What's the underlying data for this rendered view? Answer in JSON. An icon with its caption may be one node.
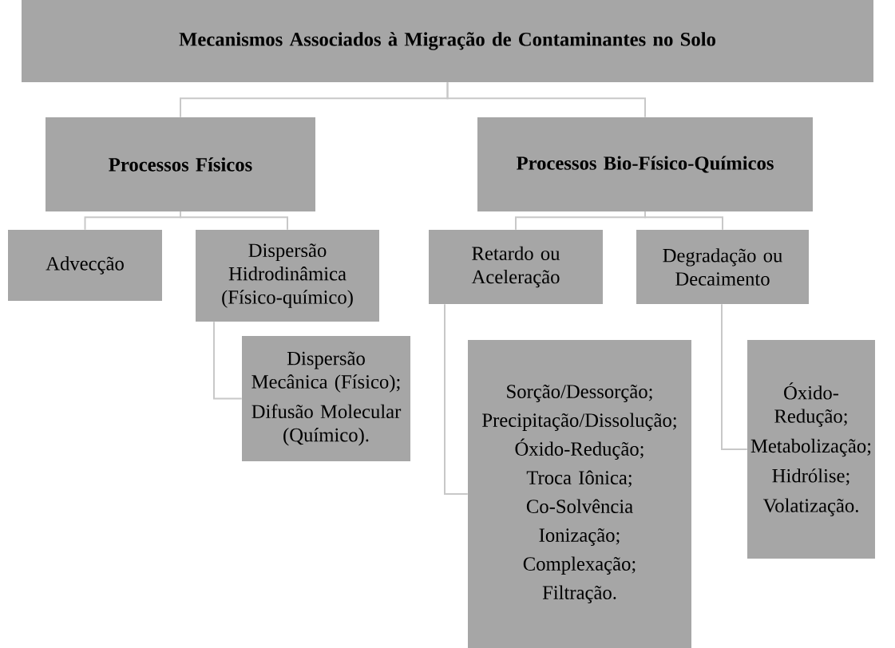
{
  "diagram": {
    "title": "Mecanismos Associados à Migração de Contaminantes no Solo",
    "nodes": [
      {
        "text": [
          "Processos Físicos"
        ]
      },
      {
        "text": [
          "Processos Bio-Físico-Químicos"
        ]
      },
      {
        "text": [
          "Advecção"
        ]
      },
      {
        "text": [
          "Dispersão Hidrodinâmica (Físico-químico)"
        ]
      },
      {
        "text": [
          "Retardo ou Aceleração"
        ]
      },
      {
        "text": [
          "Degradação ou Decaimento"
        ]
      },
      {
        "text": [
          "Dispersão Mecânica (Físico);",
          "Difusão Molecular (Químico)."
        ]
      },
      {
        "text": [
          "Sorção/Dessorção;",
          "Precipitação/Dissolução;",
          "Óxido-Redução;",
          "Troca Iônica;",
          "Co-Solvência",
          "Ionização;",
          "Complexação;",
          "Filtração."
        ]
      },
      {
        "text": [
          "Óxido-Redução;",
          "Metabolização;",
          "Hidrólise;",
          "Volatização."
        ]
      }
    ],
    "edges": [
      {
        "from": null,
        "to": 0,
        "arrow": "none"
      },
      {
        "from": null,
        "to": 1,
        "arrow": "none"
      },
      {
        "from": 0,
        "to": 2,
        "arrow": "none"
      },
      {
        "from": 0,
        "to": 3,
        "arrow": "none"
      },
      {
        "from": 1,
        "to": 4,
        "arrow": "none"
      },
      {
        "from": 1,
        "to": 5,
        "arrow": "none"
      },
      {
        "from": 3,
        "to": 6,
        "arrow": "none"
      },
      {
        "from": 4,
        "to": 7,
        "arrow": "none"
      },
      {
        "from": 5,
        "to": 8,
        "arrow": "none"
      }
    ]
  }
}
